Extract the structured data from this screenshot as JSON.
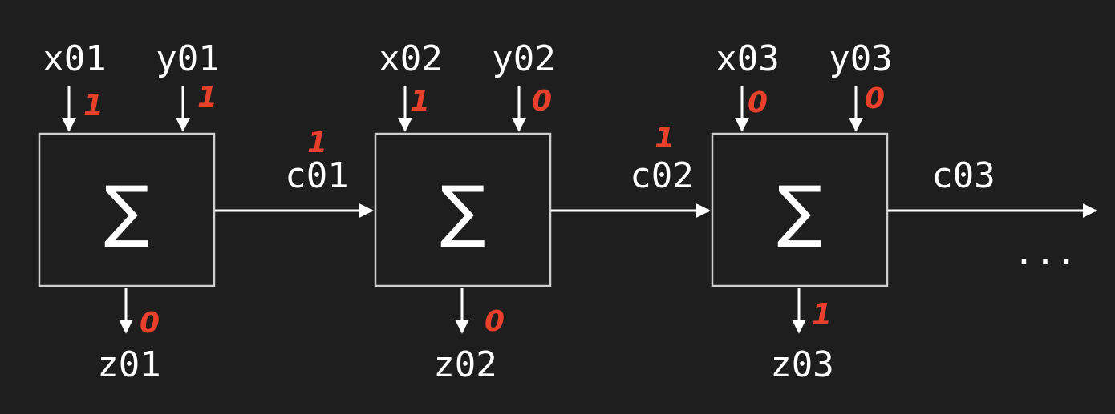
{
  "colors": {
    "background": "#1e1e1e",
    "foreground": "#ffffff",
    "box_border": "#cfcfcf",
    "annotation": "#e8402a"
  },
  "adders": [
    {
      "symbol": "∑",
      "x_label": "x01",
      "y_label": "y01",
      "z_label": "z01",
      "x_bit": "1",
      "y_bit": "1",
      "z_bit": "0"
    },
    {
      "symbol": "∑",
      "x_label": "x02",
      "y_label": "y02",
      "z_label": "z02",
      "x_bit": "1",
      "y_bit": "0",
      "z_bit": "0"
    },
    {
      "symbol": "∑",
      "x_label": "x03",
      "y_label": "y03",
      "z_label": "z03",
      "x_bit": "0",
      "y_bit": "0",
      "z_bit": "1"
    }
  ],
  "carries": [
    {
      "label": "c01",
      "bit": "1"
    },
    {
      "label": "c02",
      "bit": "1"
    },
    {
      "label": "c03",
      "bit": ""
    }
  ],
  "continuation": "..."
}
